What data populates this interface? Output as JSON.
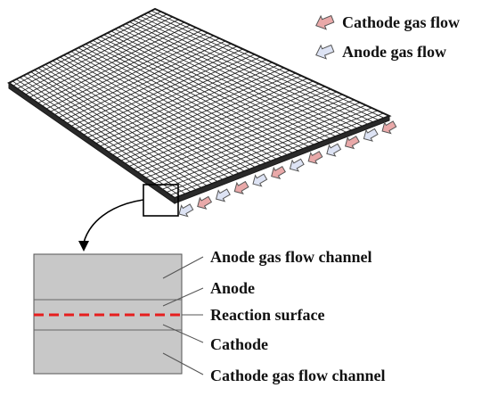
{
  "legend": {
    "cathode_label": "Cathode gas flow",
    "anode_label": "Anode gas flow"
  },
  "colors": {
    "cathode_arrow_fill": "#e9a9a9",
    "anode_arrow_fill": "#dde3f4",
    "arrow_stroke": "#555555",
    "mesh_line": "#1a1a1a",
    "mesh_fill": "#2a2a2a",
    "section_fill": "#c8c8c8",
    "reaction_line": "#e61e1e"
  },
  "cross_section": {
    "labels": [
      "Anode gas flow channel",
      "Anode",
      "Reaction surface",
      "Cathode",
      "Cathode gas flow channel"
    ]
  },
  "mesh": {
    "divisions": 40
  },
  "edge_arrows": {
    "sequence": [
      "anode",
      "cathode",
      "anode",
      "cathode",
      "anode",
      "cathode",
      "anode",
      "cathode",
      "anode",
      "cathode",
      "anode",
      "cathode"
    ]
  }
}
